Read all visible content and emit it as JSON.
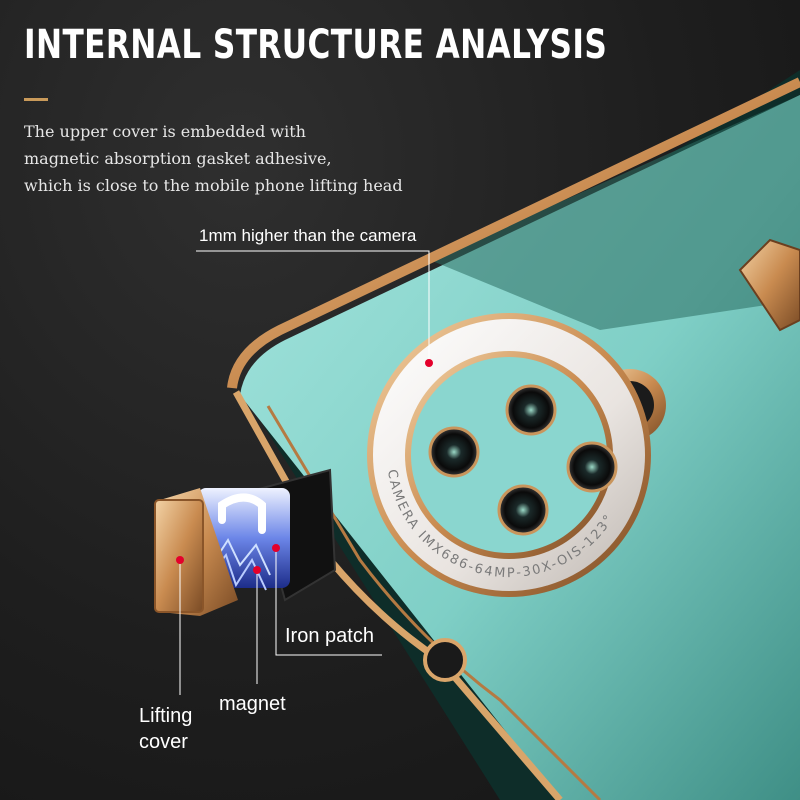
{
  "header": {
    "title": "INTERNAL STRUCTURE ANALYSIS",
    "description_lines": [
      "The upper cover is embedded with",
      "magnetic absorption gasket adhesive,",
      "which is close to the mobile phone lifting head"
    ]
  },
  "callouts": {
    "camera": "1mm higher than the camera",
    "iron_patch": "Iron patch",
    "magnet": "magnet",
    "lifting_cover_line1": "Lifting",
    "lifting_cover_line2": "cover"
  },
  "camera_ring_text": "CAMERA IMX686-64MP-30X-OIS-123°",
  "colors": {
    "accent": "#c99a5a",
    "marker": "#e4002b",
    "phone_back": "#8ad6cf",
    "trim": "#d9a56a"
  }
}
